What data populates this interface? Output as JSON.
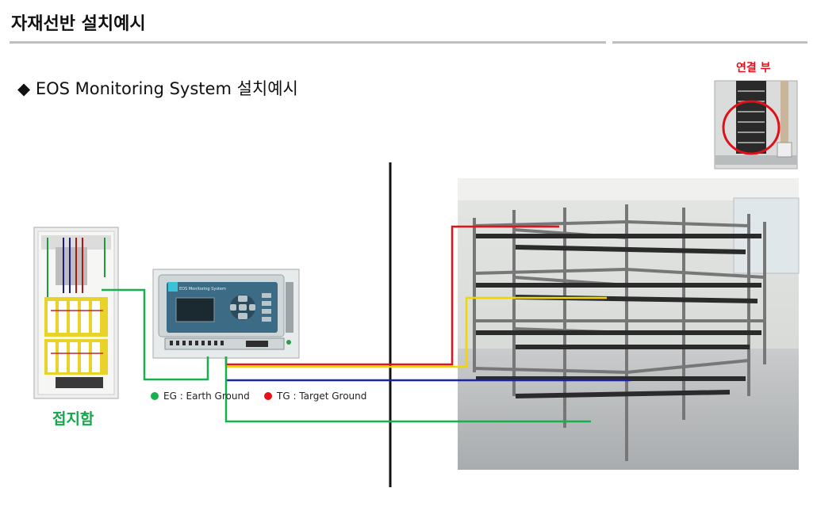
{
  "header": {
    "title": "자재선반 설치예시"
  },
  "section": {
    "subtitle": "◆ EOS Monitoring System 설치예시"
  },
  "inset": {
    "label": "연결 부"
  },
  "panel": {
    "label": "접지함"
  },
  "device": {
    "screen_title": "EOS Monitoring System"
  },
  "legend": {
    "eg": {
      "label": "EG : Earth Ground",
      "color": "#17b04e"
    },
    "tg": {
      "label": "TG : Target Ground",
      "color": "#e8101a"
    }
  },
  "wires": {
    "red": "#e8101a",
    "yellow": "#f2d600",
    "blue": "#1a23a8",
    "green": "#17b04e"
  }
}
